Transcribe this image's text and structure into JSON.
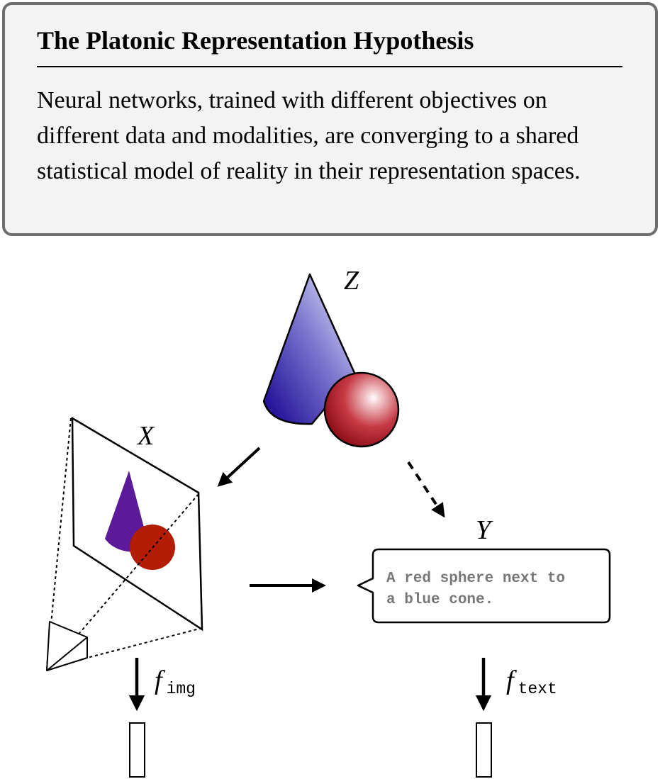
{
  "hypothesis": {
    "title": "The Platonic Representation Hypothesis",
    "body": "Neural networks, trained with different objectives on different data and modalities, are converging to a shared statistical model of reality in their representation spaces."
  },
  "diagram": {
    "labels": {
      "z": "Z",
      "x": "X",
      "y": "Y"
    },
    "caption_lines": [
      "A red sphere next to",
      "a blue cone."
    ],
    "f_symbol": "f",
    "img_encoder_subscript": "img",
    "text_encoder_subscript": "text",
    "colors": {
      "cone": "#1f16a8",
      "sphere": "#b3121e",
      "image_cone": "#5b1a9a",
      "image_sphere": "#b31c05"
    }
  }
}
